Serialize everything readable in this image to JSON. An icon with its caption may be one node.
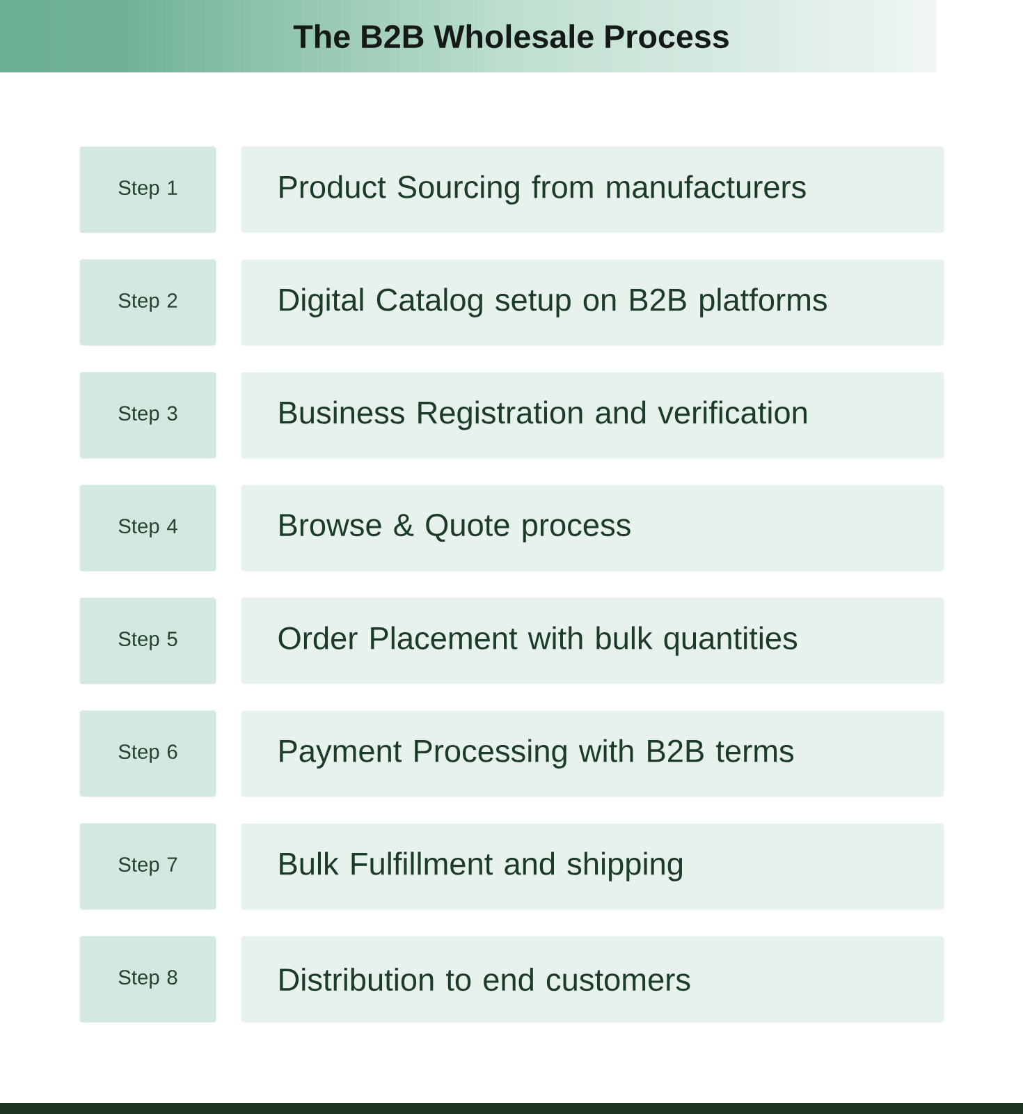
{
  "diagram": {
    "title": "The B2B Wholesale Process",
    "nodes": [
      {
        "text": [
          "Step 1"
        ]
      },
      {
        "text": [
          "Product Sourcing from manufacturers"
        ]
      },
      {
        "text": [
          "Step 2"
        ]
      },
      {
        "text": [
          "Digital Catalog setup on B2B platforms"
        ]
      },
      {
        "text": [
          "Step 3"
        ]
      },
      {
        "text": [
          "Business Registration and verification"
        ]
      },
      {
        "text": [
          "Step 4"
        ]
      },
      {
        "text": [
          "Browse & Quote process"
        ]
      },
      {
        "text": [
          "Step 5"
        ]
      },
      {
        "text": [
          "Order Placement with bulk quantities"
        ]
      },
      {
        "text": [
          "Step 6"
        ]
      },
      {
        "text": [
          "Payment Processing with B2B terms"
        ]
      },
      {
        "text": [
          "Step 7"
        ]
      },
      {
        "text": [
          "Bulk Fulfillment and shipping"
        ]
      },
      {
        "text": [
          "Step 8"
        ]
      },
      {
        "text": [
          "Distribution to end customers"
        ]
      }
    ]
  }
}
